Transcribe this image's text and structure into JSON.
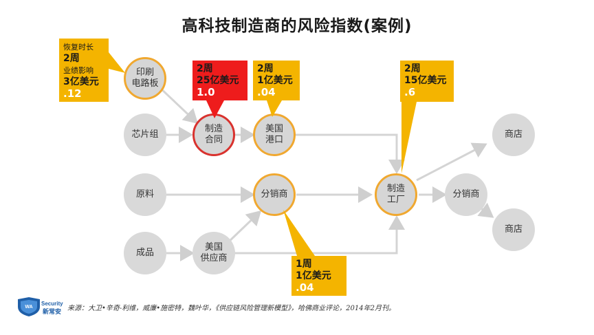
{
  "title": "高科技制造商的风险指数(案例)",
  "nodes": {
    "pcb": [
      "印刷",
      "电路板"
    ],
    "chipset": "芯片组",
    "contract_mfg": [
      "制造",
      "合同"
    ],
    "us_port": [
      "美国",
      "港口"
    ],
    "raw": "原料",
    "distributor1": "分销商",
    "finished": "成品",
    "us_supplier": [
      "美国",
      "供应商"
    ],
    "factory": [
      "制造",
      "工厂"
    ],
    "distributor2": "分销商",
    "store1": "商店",
    "store2": "商店"
  },
  "callouts": {
    "pcb": {
      "l1": "恢复时长",
      "l2": "2周",
      "l3": "业绩影响",
      "l4": "3亿美元",
      "idx": ".12"
    },
    "contract": {
      "l1": "2周",
      "l2": "25亿美元",
      "idx": "1.0"
    },
    "port": {
      "l1": "2周",
      "l2": "1亿美元",
      "idx": ".04"
    },
    "factory": {
      "l1": "2周",
      "l2": "15亿美元",
      "idx": ".6"
    },
    "distributor": {
      "l1": "1周",
      "l2": "1亿美元",
      "idx": ".04"
    }
  },
  "footer": {
    "logo_text_top": "WASecurity",
    "logo_text_bottom": "新常安",
    "source": "来源：大卫•辛奇-利维，威廉•施密特，魏叶华，《供应链风险管理新模型》，哈佛商业评论，2014年2月刊。"
  },
  "colors": {
    "callout": "#f4b400",
    "callout_critical": "#ee1c1c",
    "node": "#d9d9d9",
    "edge": "#d0d0d0"
  }
}
